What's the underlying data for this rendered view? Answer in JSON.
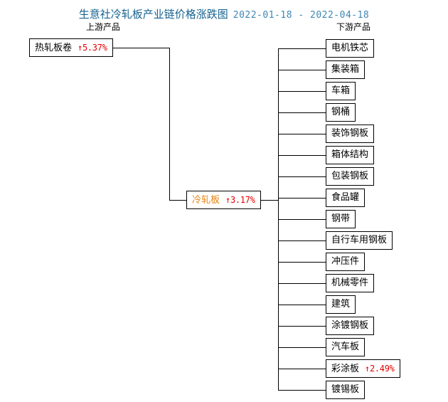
{
  "header": {
    "title": "生意社冷轧板产业链价格涨跌图",
    "date_range": "2022-01-18 - 2022-04-18",
    "upstream_label": "上游产品",
    "downstream_label": "下游产品"
  },
  "colors": {
    "title": "#15628f",
    "date_range": "#3f87b5",
    "rise": "#e60000",
    "center_node_text": "#e8820c",
    "line": "#000000",
    "node_text": "#000000",
    "background": "#ffffff"
  },
  "center_node": {
    "name": "冷轧板",
    "arrow": "↑",
    "change": "3.17%",
    "direction": "up"
  },
  "upstream": [
    {
      "name": "热轧板卷",
      "arrow": "↑",
      "change": "5.37%",
      "direction": "up"
    }
  ],
  "downstream": [
    {
      "name": "电机铁芯",
      "arrow": "",
      "change": "",
      "direction": "flat"
    },
    {
      "name": "集装箱",
      "arrow": "",
      "change": "",
      "direction": "flat"
    },
    {
      "name": "车箱",
      "arrow": "",
      "change": "",
      "direction": "flat"
    },
    {
      "name": "钢桶",
      "arrow": "",
      "change": "",
      "direction": "flat"
    },
    {
      "name": "装饰钢板",
      "arrow": "",
      "change": "",
      "direction": "flat"
    },
    {
      "name": "箱体结构",
      "arrow": "",
      "change": "",
      "direction": "flat"
    },
    {
      "name": "包装钢板",
      "arrow": "",
      "change": "",
      "direction": "flat"
    },
    {
      "name": "食品罐",
      "arrow": "",
      "change": "",
      "direction": "flat"
    },
    {
      "name": "钢带",
      "arrow": "",
      "change": "",
      "direction": "flat"
    },
    {
      "name": "自行车用钢板",
      "arrow": "",
      "change": "",
      "direction": "flat"
    },
    {
      "name": "冲压件",
      "arrow": "",
      "change": "",
      "direction": "flat"
    },
    {
      "name": "机械零件",
      "arrow": "",
      "change": "",
      "direction": "flat"
    },
    {
      "name": "建筑",
      "arrow": "",
      "change": "",
      "direction": "flat"
    },
    {
      "name": "涂镀钢板",
      "arrow": "",
      "change": "",
      "direction": "flat"
    },
    {
      "name": "汽车板",
      "arrow": "",
      "change": "",
      "direction": "flat"
    },
    {
      "name": "彩涂板",
      "arrow": "↑",
      "change": "2.49%",
      "direction": "up"
    },
    {
      "name": "镀锡板",
      "arrow": "",
      "change": "",
      "direction": "flat"
    }
  ]
}
